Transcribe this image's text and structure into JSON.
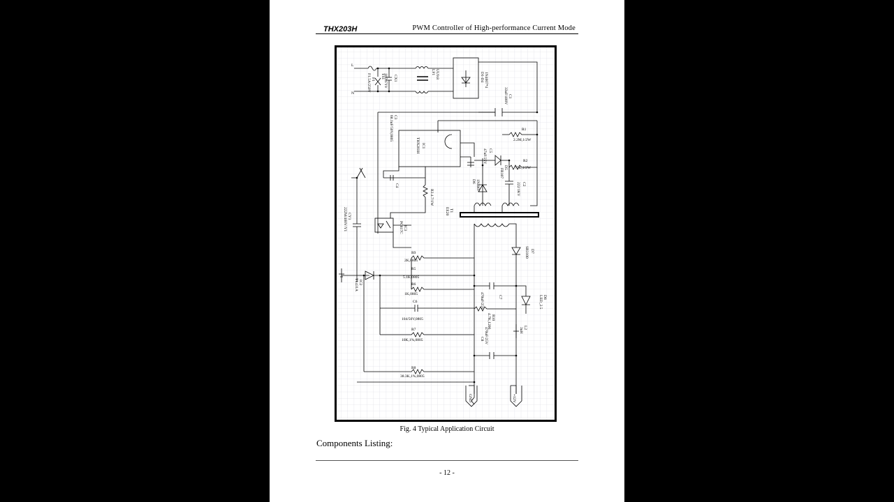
{
  "header": {
    "left": "THX203H",
    "right": "PWM  Controller  of  High-performance  Current  Mode"
  },
  "figure": {
    "caption": "Fig. 4 Typical Application Circuit",
    "labels": {
      "L": "L",
      "N": "N",
      "F1": "F1",
      "F1v": "F1.5A/250V",
      "TS1": "TS1",
      "TS1v": "10D471V",
      "CX1": "CX1",
      "LF1": "LF1",
      "LF1v": "UU9.8",
      "D14": "D1-D4",
      "D14v": "1N4007*4",
      "C1": "C1",
      "C1v": "33uF/400V",
      "C3": "C3",
      "C3v": "68.1uF/50V,0805",
      "IC1": "IC1",
      "IC1v": "THX203H",
      "R1": "R1",
      "R1v": "2.2M,1/2W",
      "C5": "C5",
      "C5v": "47uF/25V",
      "D5": "D5",
      "D5v": "FR107",
      "R2": "R2",
      "R2v": "75K,1/2W",
      "D6": "D6",
      "D6v": "1N4007",
      "C2": "C2",
      "C2v": "222/1KV",
      "C4": "C4",
      "R3": "R3",
      "R3v": "R3.4.7/1W",
      "T1": "T1",
      "T1v": "EE20",
      "CY1": "CY1",
      "CY1v": "222M/400V/Y1",
      "IC3": "IC3",
      "IC3v": "PC817C",
      "D7": "D7",
      "D7v": "SR3100",
      "R9": "R9",
      "R9v": "2K,0805",
      "R5": "R5",
      "R5v": "5.1K,0805",
      "R6": "R6",
      "R6v": "1K,0805",
      "IC2": "IC2",
      "IC2v": "TL431A",
      "C7": "C7",
      "C7v": "470uF/25V",
      "D8": "D8",
      "D8v": "LED_2.5",
      "C6": "C6",
      "C6v": "104/50V,0805",
      "R10": "R10",
      "R10v": "4.7K,1206",
      "L2": "L2",
      "L2v": "3uH",
      "C8": "C8",
      "C8v": "470uF/25V",
      "R7": "R7",
      "R7v": "10K,1%,0805",
      "R8": "R8",
      "R8v": "38.3K,1%,0805",
      "GND": "GND",
      "V12": "+12V"
    }
  },
  "body": {
    "components_heading": "Components Listing:"
  },
  "footer": {
    "page_number": "- 12 -"
  },
  "colors": {
    "background": "#000000",
    "page": "#ffffff",
    "grid": "#d8d8e0",
    "wire": "#000000"
  }
}
